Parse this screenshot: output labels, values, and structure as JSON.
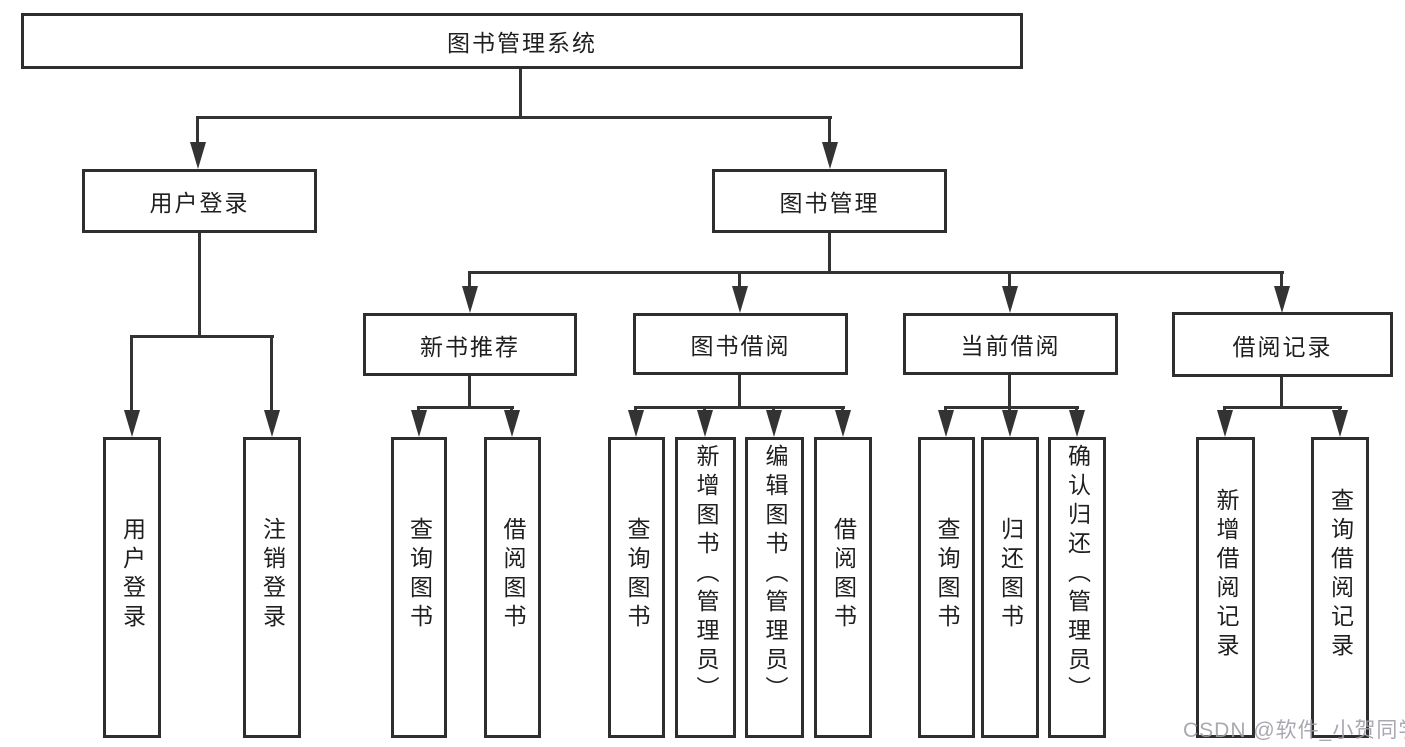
{
  "tree": {
    "root": {
      "label": "图书管理系统"
    },
    "branches": [
      {
        "label": "用户登录",
        "children": [
          {
            "label": "用户登录"
          },
          {
            "label": "注销登录"
          }
        ]
      },
      {
        "label": "图书管理",
        "children": [
          {
            "label": "新书推荐",
            "children": [
              {
                "label": "查询图书"
              },
              {
                "label": "借阅图书"
              }
            ]
          },
          {
            "label": "图书借阅",
            "children": [
              {
                "label": "查询图书"
              },
              {
                "label": "新增图书（管理员）"
              },
              {
                "label": "编辑图书（管理员）"
              },
              {
                "label": "借阅图书"
              }
            ]
          },
          {
            "label": "当前借阅",
            "children": [
              {
                "label": "查询图书"
              },
              {
                "label": "归还图书"
              },
              {
                "label": "确认归还（管理员）"
              }
            ]
          },
          {
            "label": "借阅记录",
            "children": [
              {
                "label": "新增借阅记录"
              },
              {
                "label": "查询借阅记录"
              }
            ]
          }
        ]
      }
    ]
  },
  "watermark": {
    "text": "CSDN @软件_小贺同学"
  },
  "colors": {
    "line": "#333333",
    "border": "#2e2e2e",
    "text": "#1f1f1f",
    "watermark": "#9e9ea8",
    "background": "#ffffff"
  }
}
